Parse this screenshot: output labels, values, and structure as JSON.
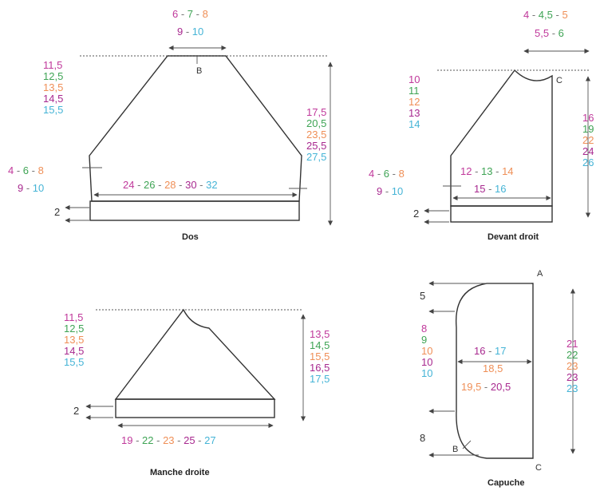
{
  "colors": {
    "size1": "#c0399b",
    "size2": "#3fa455",
    "size3": "#ef8f57",
    "size4": "#a8298f",
    "size5": "#45b4d6",
    "line": "#333333"
  },
  "dos": {
    "caption": "Dos",
    "top_row1": [
      "6",
      "7",
      "8"
    ],
    "top_row2": [
      "9",
      "10"
    ],
    "point_b": "B",
    "left_vals": [
      "11,5",
      "12,5",
      "13,5",
      "14,5",
      "15,5"
    ],
    "right_vals": [
      "17,5",
      "20,5",
      "23,5",
      "25,5",
      "27,5"
    ],
    "side_row1": [
      "4",
      "6",
      "8"
    ],
    "side_row2": [
      "9",
      "10"
    ],
    "width_vals": [
      "24",
      "26",
      "28",
      "30",
      "32"
    ],
    "band": "2"
  },
  "devant": {
    "caption": "Devant droit",
    "top_row1": [
      "4",
      "4,5",
      "5"
    ],
    "top_row2": [
      "5,5",
      "6"
    ],
    "point_c": "C",
    "left_vals": [
      "10",
      "11",
      "12",
      "13",
      "14"
    ],
    "right_vals": [
      "16",
      "19",
      "22",
      "24",
      "26"
    ],
    "side_row1": [
      "4",
      "6",
      "8"
    ],
    "side_row2": [
      "9",
      "10"
    ],
    "width_row1": [
      "12",
      "13",
      "14"
    ],
    "width_row2": [
      "15",
      "16"
    ],
    "band": "2"
  },
  "manche": {
    "caption": "Manche droite",
    "left_vals": [
      "11,5",
      "12,5",
      "13,5",
      "14,5",
      "15,5"
    ],
    "right_vals": [
      "13,5",
      "14,5",
      "15,5",
      "16,5",
      "17,5"
    ],
    "width_vals": [
      "19",
      "22",
      "23",
      "25",
      "27"
    ],
    "band": "2"
  },
  "capuche": {
    "caption": "Capuche",
    "point_a": "A",
    "point_b": "B",
    "point_c": "C",
    "top_val": "5",
    "bottom_val": "8",
    "left_vals": [
      "8",
      "9",
      "10",
      "10",
      "10"
    ],
    "right_vals": [
      "21",
      "22",
      "23",
      "23",
      "23"
    ],
    "width_row1": [
      "16",
      "17"
    ],
    "width_row2": [
      "18,5"
    ],
    "width_row3": [
      "19,5",
      "20,5"
    ]
  },
  "separator": "-"
}
